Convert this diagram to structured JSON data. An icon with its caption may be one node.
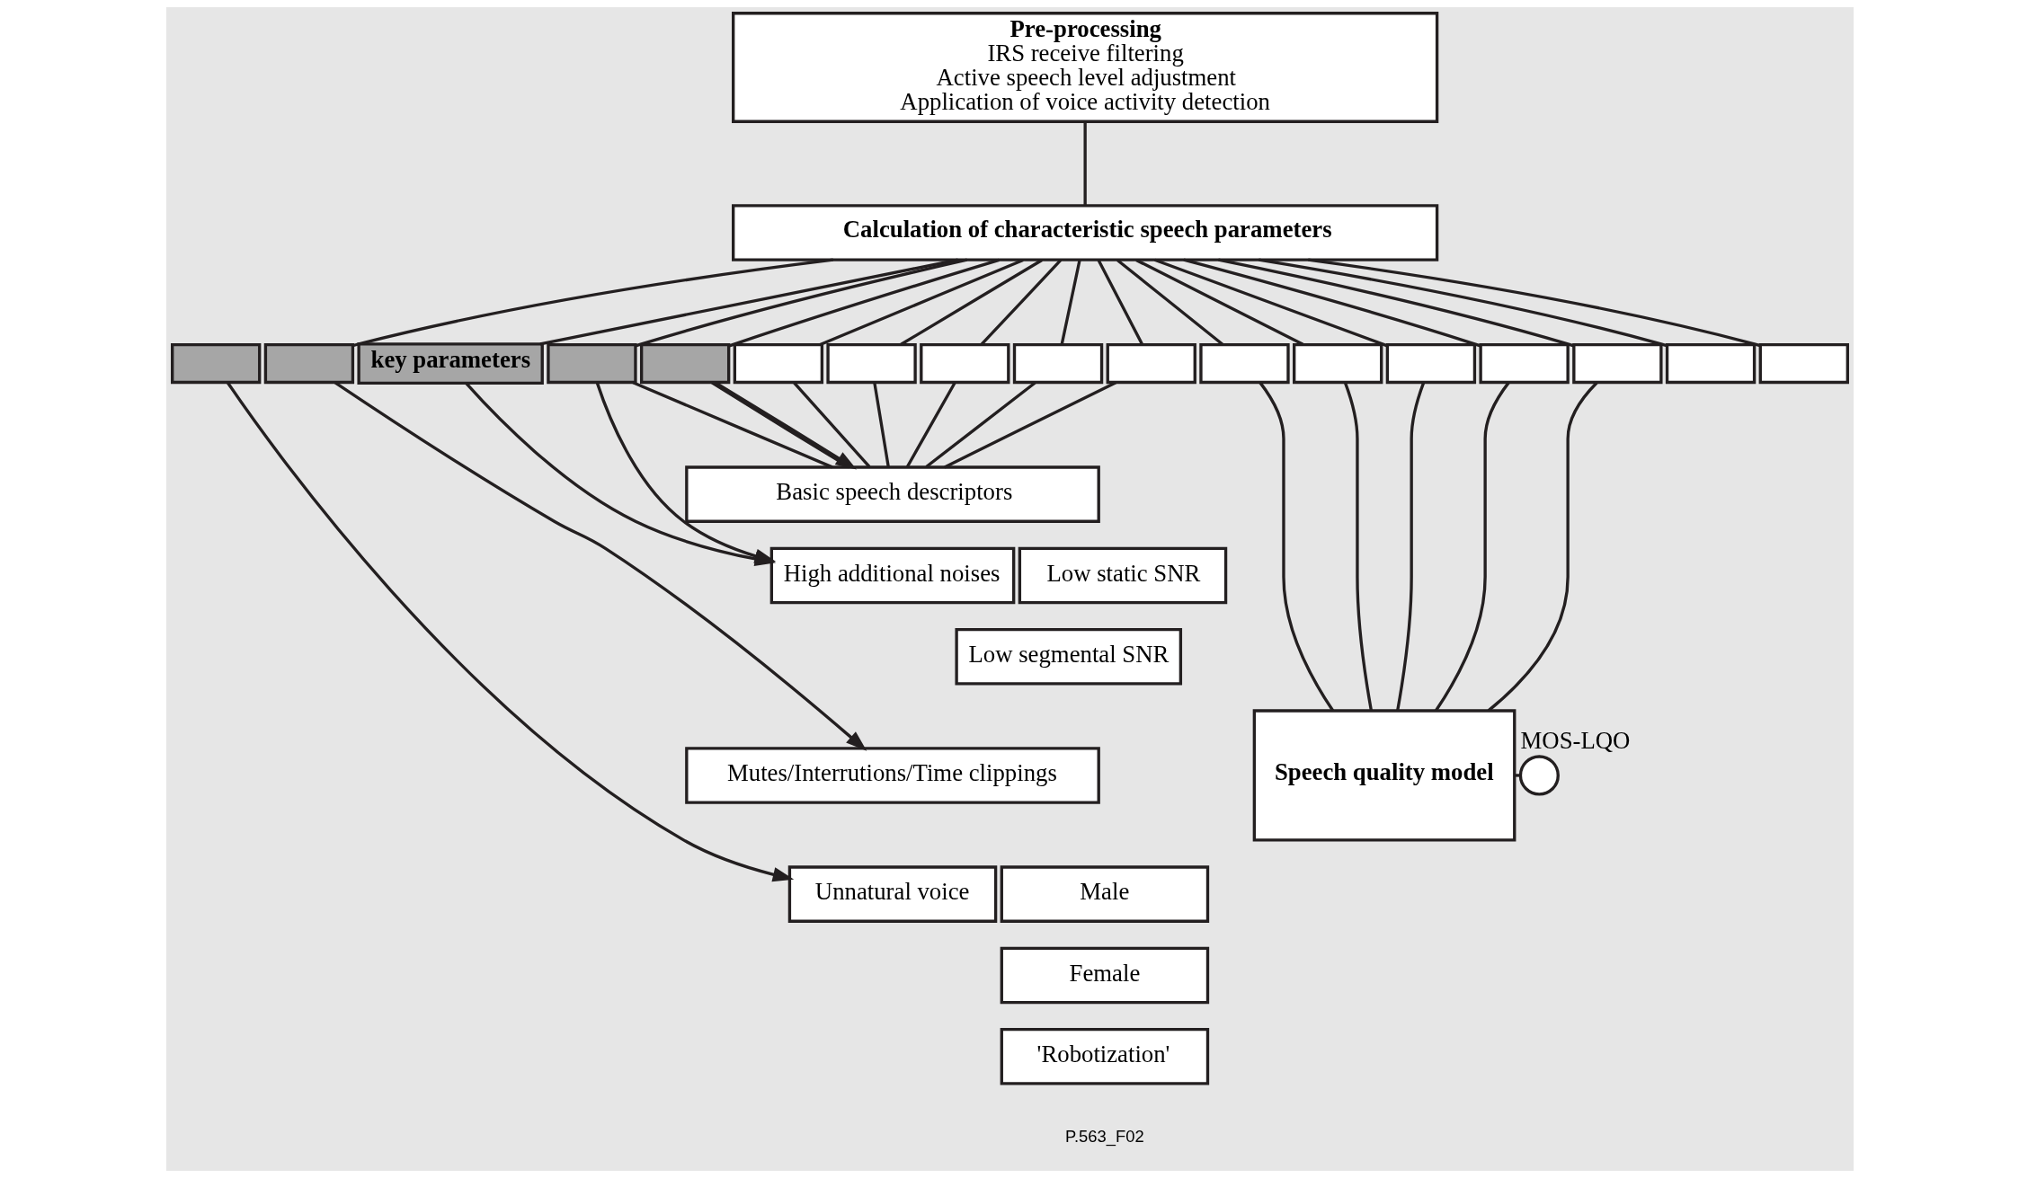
{
  "diagram": {
    "nodes": [
      {
        "text": [
          "Pre-processing",
          "IRS receive filtering",
          "Active speech level adjustment",
          "Application of voice activity detection"
        ]
      },
      {
        "text": [
          "Calculation of characteristic speech parameters"
        ]
      },
      {
        "text": [],
        "shape": "box"
      },
      {
        "text": [],
        "shape": "box"
      },
      {
        "text": [
          "key parameters"
        ]
      },
      {
        "text": [],
        "shape": "box"
      },
      {
        "text": [],
        "shape": "box"
      },
      {
        "text": [],
        "shape": "box"
      },
      {
        "text": [],
        "shape": "box"
      },
      {
        "text": [],
        "shape": "box"
      },
      {
        "text": [],
        "shape": "box"
      },
      {
        "text": [],
        "shape": "box"
      },
      {
        "text": [],
        "shape": "box"
      },
      {
        "text": [],
        "shape": "box"
      },
      {
        "text": [],
        "shape": "box"
      },
      {
        "text": [],
        "shape": "box"
      },
      {
        "text": [],
        "shape": "box"
      },
      {
        "text": [],
        "shape": "box"
      },
      {
        "text": [],
        "shape": "box"
      },
      {
        "text": [
          "Basic speech descriptors"
        ]
      },
      {
        "text": [
          "High additional noises"
        ]
      },
      {
        "text": [
          "Low static SNR"
        ]
      },
      {
        "text": [
          "Low segmental SNR"
        ]
      },
      {
        "text": [
          "Mutes/Interrutions/Time clippings"
        ]
      },
      {
        "text": [
          "Unnatural voice"
        ]
      },
      {
        "text": [
          "Male"
        ]
      },
      {
        "text": [
          "Female"
        ]
      },
      {
        "text": [
          "'Robotization'"
        ]
      },
      {
        "text": [
          "Speech quality model"
        ]
      },
      {
        "text": [],
        "shape": "circle",
        "beside": [
          "MOS-LQO"
        ]
      }
    ],
    "edges": [
      {
        "from": 0,
        "to": 1,
        "arrow": "none"
      },
      {
        "from": 1,
        "to": 3,
        "arrow": "none"
      },
      {
        "from": 1,
        "to": 4,
        "arrow": "none"
      },
      {
        "from": 1,
        "to": 5,
        "arrow": "none"
      },
      {
        "from": 1,
        "to": 6,
        "arrow": "none"
      },
      {
        "from": 1,
        "to": 7,
        "arrow": "none"
      },
      {
        "from": 1,
        "to": 8,
        "arrow": "none"
      },
      {
        "from": 1,
        "to": 9,
        "arrow": "none"
      },
      {
        "from": 1,
        "to": 10,
        "arrow": "none"
      },
      {
        "from": 1,
        "to": 11,
        "arrow": "none"
      },
      {
        "from": 1,
        "to": 12,
        "arrow": "none"
      },
      {
        "from": 1,
        "to": 13,
        "arrow": "none"
      },
      {
        "from": 1,
        "to": 14,
        "arrow": "none"
      },
      {
        "from": 1,
        "to": 15,
        "arrow": "none"
      },
      {
        "from": 1,
        "to": 16,
        "arrow": "none"
      },
      {
        "from": 1,
        "to": 17,
        "arrow": "none"
      },
      {
        "from": 1,
        "to": 18,
        "arrow": "none"
      },
      {
        "from": 5,
        "to": 19,
        "arrow": "none"
      },
      {
        "from": 6,
        "to": 19,
        "arrow": "none"
      },
      {
        "from": 7,
        "to": 19,
        "arrow": "none"
      },
      {
        "from": 8,
        "to": 19,
        "arrow": "none"
      },
      {
        "from": 9,
        "to": 19,
        "arrow": "none"
      },
      {
        "from": 10,
        "to": 19,
        "arrow": "none"
      },
      {
        "from": 11,
        "to": 19,
        "arrow": "none"
      },
      {
        "from": 12,
        "to": 28,
        "arrow": "none"
      },
      {
        "from": 13,
        "to": 28,
        "arrow": "none"
      },
      {
        "from": 14,
        "to": 28,
        "arrow": "none"
      },
      {
        "from": 15,
        "to": 28,
        "arrow": "none"
      },
      {
        "from": 16,
        "to": 28,
        "arrow": "none"
      },
      {
        "from": 2,
        "to": 24,
        "arrow": "to"
      },
      {
        "from": 3,
        "to": 23,
        "arrow": "to"
      },
      {
        "from": 4,
        "to": 20,
        "arrow": "to"
      },
      {
        "from": 5,
        "to": 20,
        "arrow": "to"
      },
      {
        "from": 6,
        "to": 19,
        "arrow": "to"
      },
      {
        "from": 28,
        "to": 29,
        "arrow": "none"
      }
    ],
    "labels": [
      "P.563_F02"
    ]
  }
}
